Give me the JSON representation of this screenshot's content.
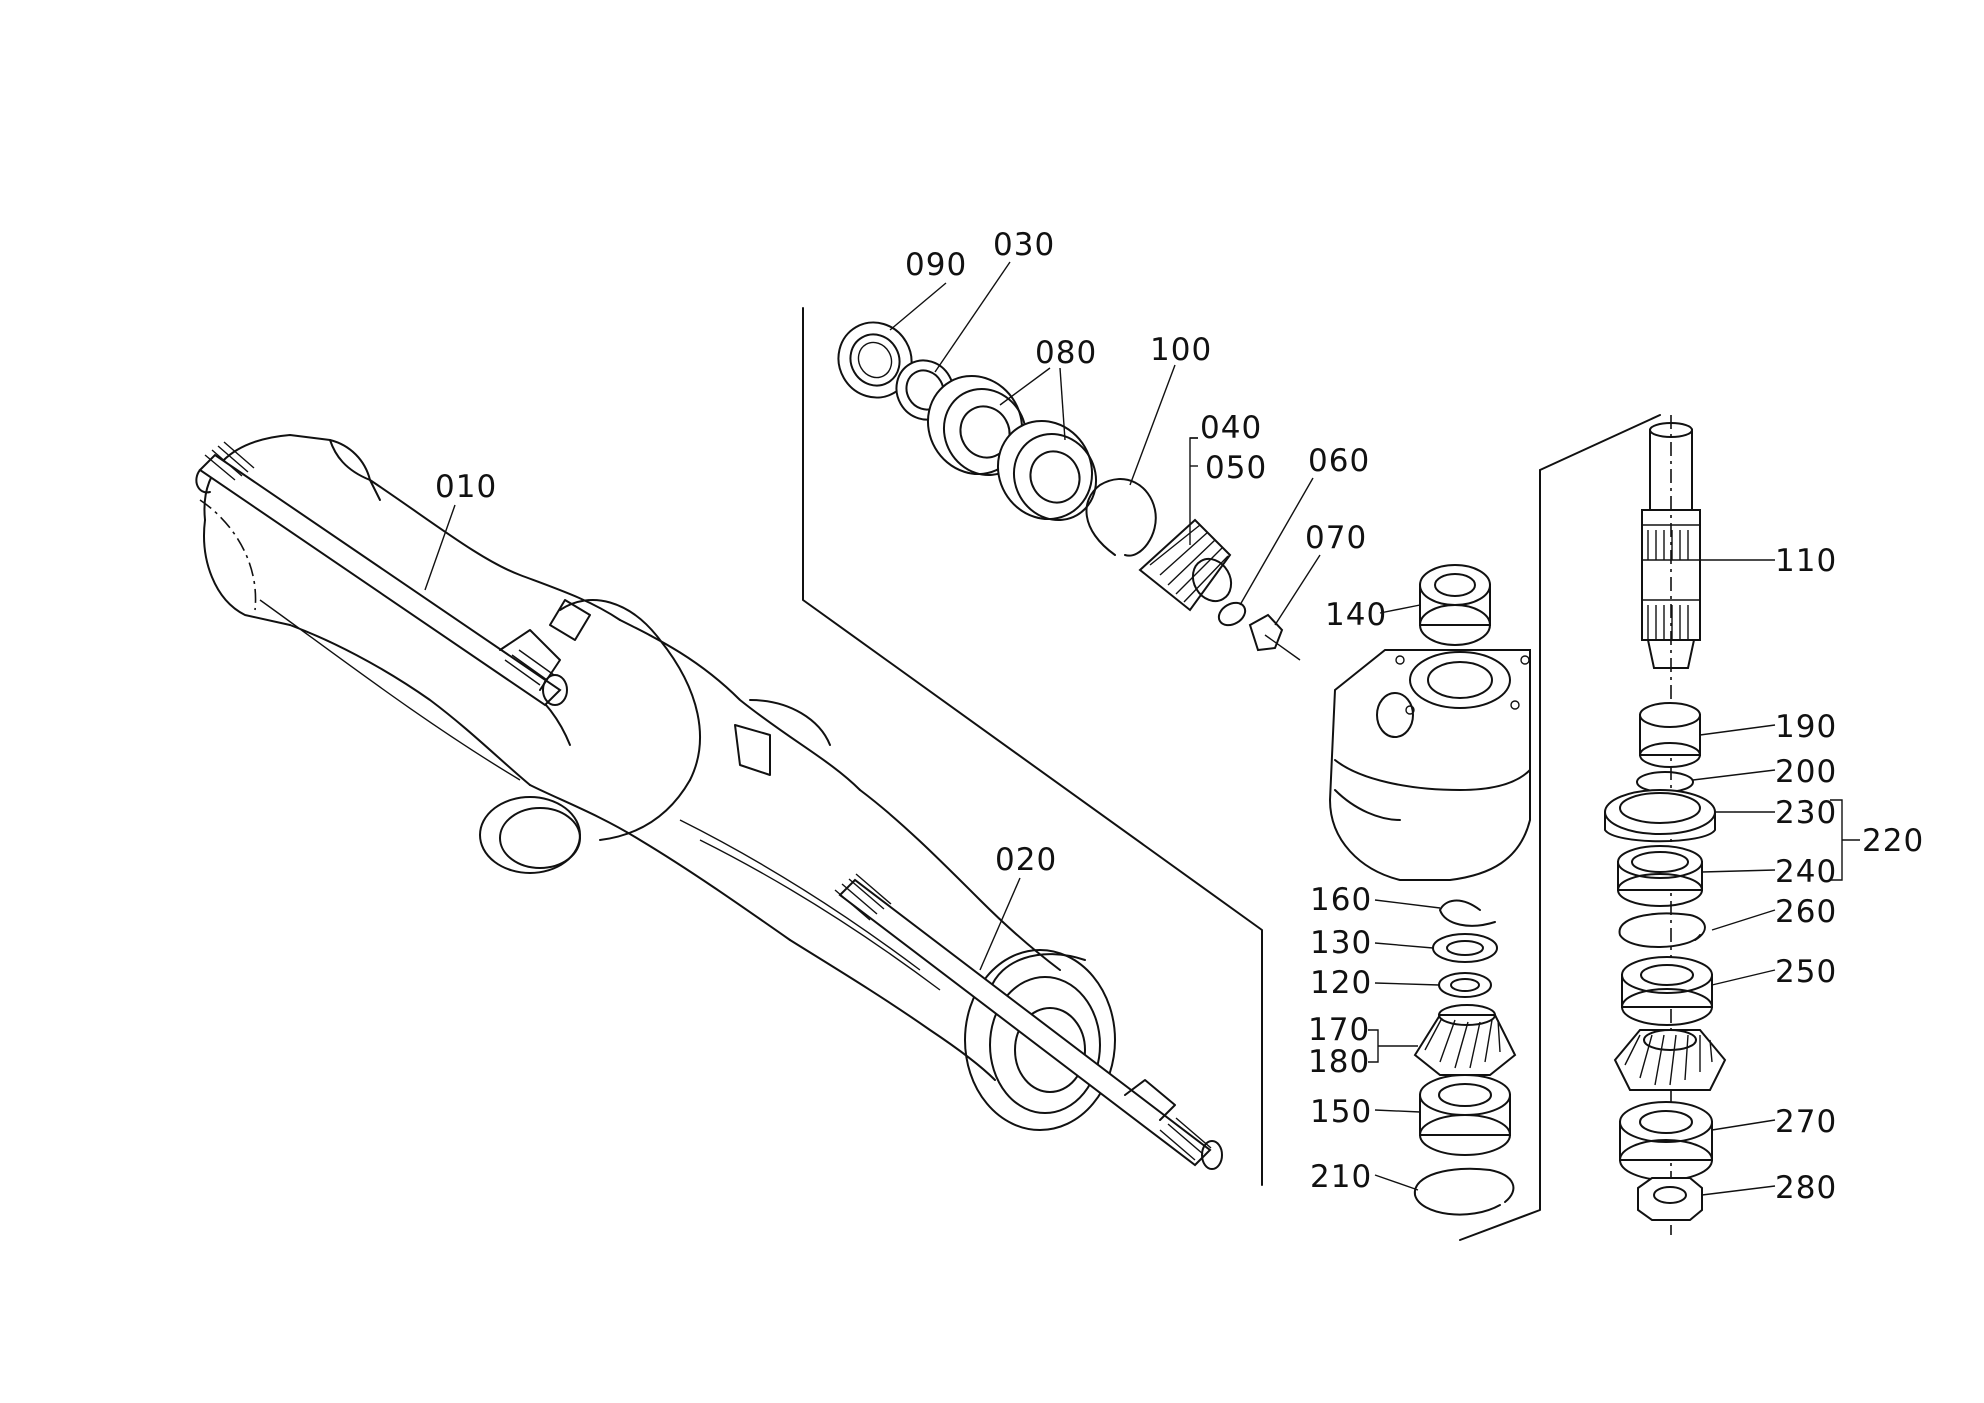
{
  "parts": [
    {
      "id": "p010",
      "label": "010"
    },
    {
      "id": "p020",
      "label": "020"
    },
    {
      "id": "p030",
      "label": "030"
    },
    {
      "id": "p040",
      "label": "040"
    },
    {
      "id": "p050",
      "label": "050"
    },
    {
      "id": "p060",
      "label": "060"
    },
    {
      "id": "p070",
      "label": "070"
    },
    {
      "id": "p080",
      "label": "080"
    },
    {
      "id": "p090",
      "label": "090"
    },
    {
      "id": "p100",
      "label": "100"
    },
    {
      "id": "p110",
      "label": "110"
    },
    {
      "id": "p120",
      "label": "120"
    },
    {
      "id": "p130",
      "label": "130"
    },
    {
      "id": "p140",
      "label": "140"
    },
    {
      "id": "p150",
      "label": "150"
    },
    {
      "id": "p160",
      "label": "160"
    },
    {
      "id": "p170",
      "label": "170"
    },
    {
      "id": "p180",
      "label": "180"
    },
    {
      "id": "p190",
      "label": "190"
    },
    {
      "id": "p200",
      "label": "200"
    },
    {
      "id": "p210",
      "label": "210"
    },
    {
      "id": "p220",
      "label": "220"
    },
    {
      "id": "p230",
      "label": "230"
    },
    {
      "id": "p240",
      "label": "240"
    },
    {
      "id": "p250",
      "label": "250"
    },
    {
      "id": "p260",
      "label": "260"
    },
    {
      "id": "p270",
      "label": "270"
    },
    {
      "id": "p280",
      "label": "280"
    }
  ]
}
